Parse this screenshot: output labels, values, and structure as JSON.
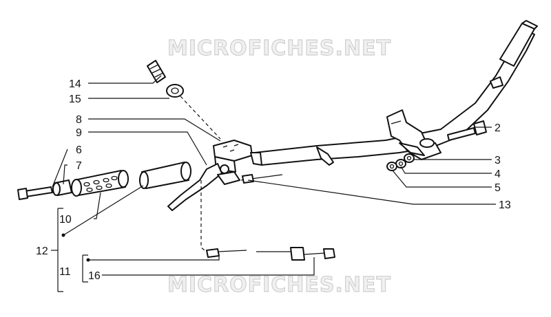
{
  "watermark": {
    "top": "MICROFICHES.NET",
    "bottom": "MICROFICHES.NET"
  },
  "callouts": {
    "c2": "2",
    "c3": "3",
    "c4": "4",
    "c5": "5",
    "c6": "6",
    "c7": "7",
    "c8": "8",
    "c9": "9",
    "c10": "10",
    "c11": "11",
    "c12": "12",
    "c13": "13",
    "c14": "14",
    "c15": "15",
    "c16": "16"
  },
  "colors": {
    "line": "#111111",
    "watermark_fill": "#f0f0f0",
    "watermark_stroke": "#cfcfcf"
  }
}
